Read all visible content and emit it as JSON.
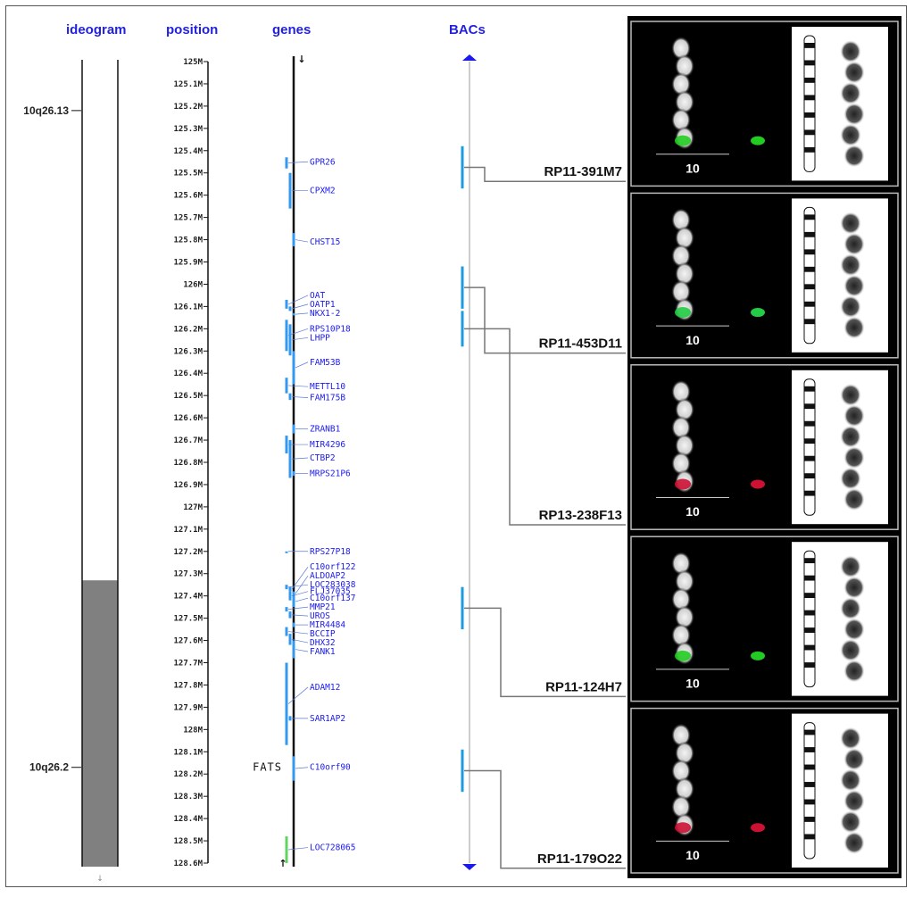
{
  "headers": {
    "ideogram": "ideogram",
    "position": "position",
    "genes": "genes",
    "bacs": "BACs"
  },
  "bands": [
    {
      "label": "10q26.13",
      "pos": 125.22
    },
    {
      "label": "10q26.2",
      "pos": 128.17
    }
  ],
  "ideogram": {
    "start": 125.0,
    "end": 128.6,
    "dark_start": 127.33
  },
  "positions": {
    "min": 125.0,
    "max": 128.6,
    "ticks": [
      "125M",
      "125.1M",
      "125.2M",
      "125.3M",
      "125.4M",
      "125.5M",
      "125.6M",
      "125.7M",
      "125.8M",
      "125.9M",
      "126M",
      "126.1M",
      "126.2M",
      "126.3M",
      "126.4M",
      "126.5M",
      "126.6M",
      "126.7M",
      "126.8M",
      "126.9M",
      "127M",
      "127.1M",
      "127.2M",
      "127.3M",
      "127.4M",
      "127.5M",
      "127.6M",
      "127.7M",
      "127.8M",
      "127.9M",
      "128M",
      "128.1M",
      "128.2M",
      "128.3M",
      "128.4M",
      "128.5M",
      "128.6M"
    ]
  },
  "genes": [
    {
      "name": "GPR26",
      "pos": 125.45,
      "s": 125.43,
      "e": 125.48
    },
    {
      "name": "CPXM2",
      "pos": 125.58,
      "s": 125.5,
      "e": 125.66
    },
    {
      "name": "CHST15",
      "pos": 125.81,
      "s": 125.77,
      "e": 125.83
    },
    {
      "name": "OAT",
      "pos": 126.05,
      "s": 126.07,
      "e": 126.11
    },
    {
      "name": "OATP1",
      "pos": 126.09,
      "s": 126.1,
      "e": 126.12
    },
    {
      "name": "NKX1-2",
      "pos": 126.13,
      "s": 126.13,
      "e": 126.14
    },
    {
      "name": "RPS10P18",
      "pos": 126.2,
      "s": 126.16,
      "e": 126.3
    },
    {
      "name": "LHPP",
      "pos": 126.24,
      "s": 126.18,
      "e": 126.32
    },
    {
      "name": "FAM53B",
      "pos": 126.35,
      "s": 126.3,
      "e": 126.45
    },
    {
      "name": "METTL10",
      "pos": 126.46,
      "s": 126.42,
      "e": 126.49
    },
    {
      "name": "FAM175B",
      "pos": 126.51,
      "s": 126.49,
      "e": 126.52
    },
    {
      "name": "ZRANB1",
      "pos": 126.65,
      "s": 126.63,
      "e": 126.67
    },
    {
      "name": "MIR4296",
      "pos": 126.72,
      "s": 126.68,
      "e": 126.76
    },
    {
      "name": "CTBP2",
      "pos": 126.78,
      "s": 126.7,
      "e": 126.87
    },
    {
      "name": "MRPS21P6",
      "pos": 126.85,
      "s": 126.84,
      "e": 126.86
    },
    {
      "name": "RPS27P18",
      "pos": 127.2,
      "s": 127.2,
      "e": 127.2
    },
    {
      "name": "C10orf122",
      "pos": 127.27,
      "s": 127.36,
      "e": 127.38
    },
    {
      "name": "ALDOAP2",
      "pos": 127.31,
      "s": 127.38,
      "e": 127.4
    },
    {
      "name": "LOC283038",
      "pos": 127.35,
      "s": 127.35,
      "e": 127.37
    },
    {
      "name": "FLJ37035",
      "pos": 127.38,
      "s": 127.38,
      "e": 127.42
    },
    {
      "name": "C10orf137",
      "pos": 127.41,
      "s": 127.4,
      "e": 127.45
    },
    {
      "name": "MMP21",
      "pos": 127.45,
      "s": 127.45,
      "e": 127.47
    },
    {
      "name": "UROS",
      "pos": 127.49,
      "s": 127.47,
      "e": 127.5
    },
    {
      "name": "MIR4484",
      "pos": 127.53,
      "s": 127.52,
      "e": 127.54
    },
    {
      "name": "BCCIP",
      "pos": 127.57,
      "s": 127.54,
      "e": 127.58
    },
    {
      "name": "DHX32",
      "pos": 127.61,
      "s": 127.57,
      "e": 127.62
    },
    {
      "name": "FANK1",
      "pos": 127.65,
      "s": 127.6,
      "e": 127.68
    },
    {
      "name": "ADAM12",
      "pos": 127.81,
      "s": 127.7,
      "e": 128.07
    },
    {
      "name": "SAR1AP2",
      "pos": 127.95,
      "s": 127.94,
      "e": 127.96
    },
    {
      "name": "C10orf90",
      "pos": 128.17,
      "s": 128.12,
      "e": 128.23
    },
    {
      "name": "LOC728065",
      "pos": 128.53,
      "s": 128.48,
      "e": 128.6
    }
  ],
  "fats_label": "FATS",
  "fats_pos": 128.17,
  "bacs": [
    {
      "name": "RP11-391M7",
      "s": 125.38,
      "e": 125.57
    },
    {
      "name": "RP11-453D11",
      "s": 125.92,
      "e": 126.11
    },
    {
      "name": "RP13-238F13",
      "s": 126.12,
      "e": 126.28
    },
    {
      "name": "RP11-124H7",
      "s": 127.36,
      "e": 127.55
    },
    {
      "name": "RP11-179O22",
      "s": 128.09,
      "e": 128.28
    }
  ],
  "panels": [
    {
      "chromosome": "10",
      "signal_color": "#22cc22"
    },
    {
      "chromosome": "10",
      "signal_color": "#22cc44"
    },
    {
      "chromosome": "10",
      "signal_color": "#cc1133"
    },
    {
      "chromosome": "10",
      "signal_color": "#22cc22"
    },
    {
      "chromosome": "10",
      "signal_color": "#cc1133"
    }
  ],
  "colors": {
    "header": "#2222dd",
    "gene": "#1a1aee",
    "bac_bar": "#1b9be0",
    "ideogram_dark": "#808080"
  }
}
